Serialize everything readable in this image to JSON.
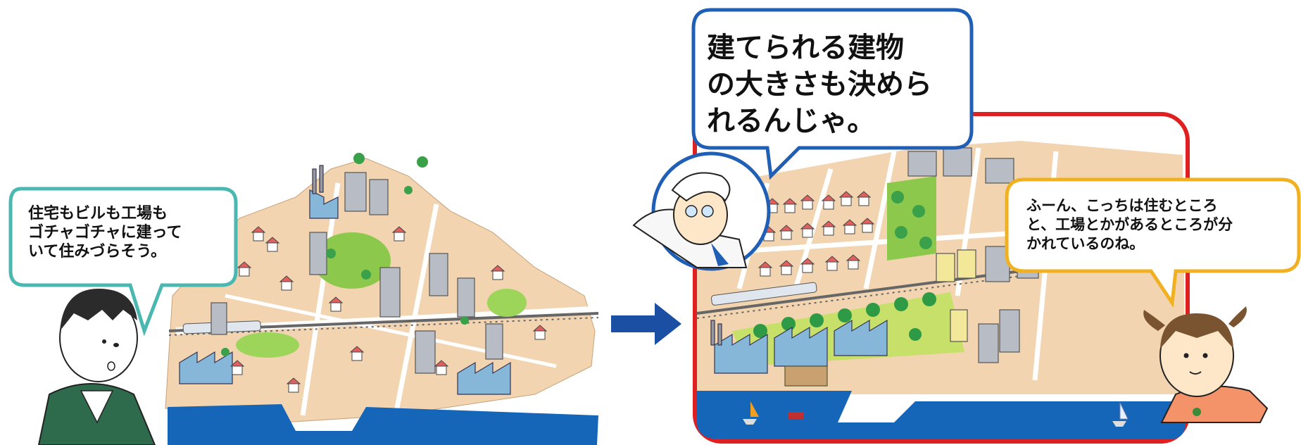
{
  "speech": {
    "boy": "住宅もビルも工場も\nゴチャゴチャに建って\nいて住みづらそう。",
    "sage": "建てられる建物\nの大きさも決めら\nれるんじゃ。",
    "girl": "ふーん、こっちは住むところ\nと、工場とかがあるところが分\nかれているのね。"
  },
  "colors": {
    "sea": "#1565b8",
    "frame_red": "#e02020",
    "arrow": "#1a4fa3",
    "boy_bubble": "#4ab7b0",
    "sage_bubble": "#1f5fb5",
    "girl_bubble": "#f0b020",
    "ground": "#f2d4b0",
    "park": "#8cc84b"
  },
  "icons": {
    "arrow": "arrow-right-icon"
  }
}
